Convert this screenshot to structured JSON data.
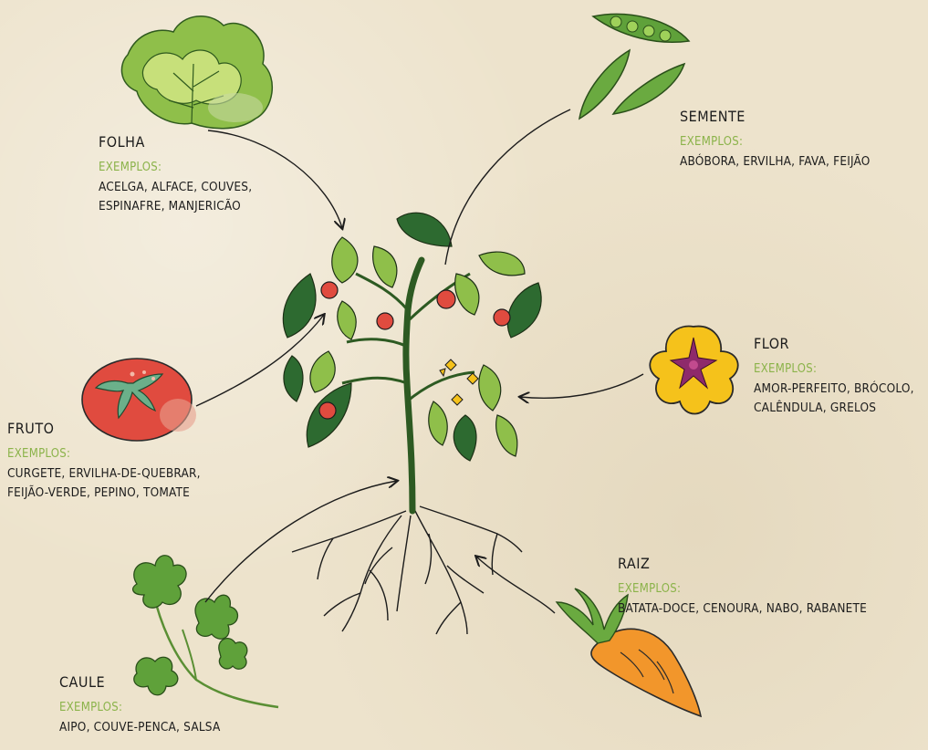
{
  "parts": {
    "folha": {
      "title": "FOLHA",
      "examples_label": "EXEMPLOS:",
      "lines": [
        "ACELGA, ALFACE, COUVES,",
        "ESPINAFRE, MANJERICÃO"
      ]
    },
    "semente": {
      "title": "SEMENTE",
      "examples_label": "EXEMPLOS:",
      "lines": [
        "ABÓBORA, ERVILHA, FAVA, FEIJÃO"
      ]
    },
    "flor": {
      "title": "FLOR",
      "examples_label": "EXEMPLOS:",
      "lines": [
        "AMOR-PERFEITO, BRÓCOLO,",
        "CALÊNDULA, GRELOS"
      ]
    },
    "fruto": {
      "title": "FRUTO",
      "examples_label": "EXEMPLOS:",
      "lines": [
        "CURGETE, ERVILHA-DE-QUEBRAR,",
        "FEIJÃO-VERDE, PEPINO, TOMATE"
      ]
    },
    "raiz": {
      "title": "RAIZ",
      "examples_label": "EXEMPLOS:",
      "lines": [
        "BATATA-DOCE, CENOURA, NABO, RABANETE"
      ]
    },
    "caule": {
      "title": "CAULE",
      "examples_label": "EXEMPLOS:",
      "lines": [
        "AIPO, COUVE-PENCA, SALSA"
      ]
    }
  },
  "colors": {
    "background": "#ede3cc",
    "text": "#1c1c1c",
    "examples": "#8bb34a",
    "leaf_dark": "#2d6a30",
    "leaf_light": "#8fbf4a",
    "tomato": "#e04b3f",
    "flower_yellow": "#f5c21b",
    "flower_center": "#8e2a6b",
    "carrot": "#f2962b"
  },
  "icons": [
    "lettuce-icon",
    "pea-pod-icon",
    "flower-icon",
    "tomato-icon",
    "carrot-icon",
    "parsley-icon",
    "plant-illustration"
  ]
}
